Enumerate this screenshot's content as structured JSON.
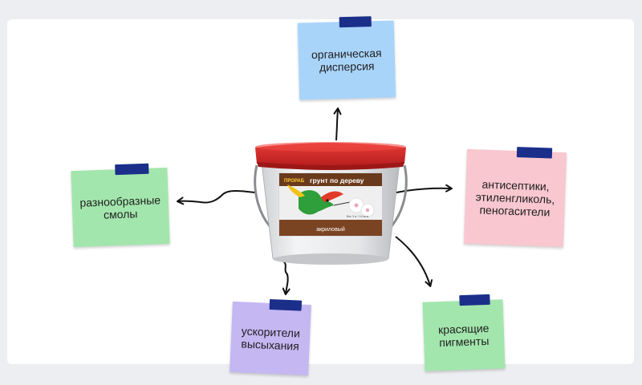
{
  "colors": {
    "page_bg": "#eceef1",
    "panel_bg": "#ffffff",
    "tape": "#1b2f8a",
    "arrow": "#111111",
    "note_blue": "#a9d4fa",
    "note_green": "#a3e6ad",
    "note_pink": "#f8c7cf",
    "note_purple": "#c5b7f2",
    "bucket_lid": "#d62a2a",
    "bucket_body": "#e9eaec"
  },
  "center_product": {
    "label_title": "грунт по дереву",
    "label_type": "акриловый",
    "label_brand": "ПРОРАБ",
    "label_small": "Вес 3 кг / 14 кв.м"
  },
  "notes": [
    {
      "id": "top",
      "text": "органическая\nдисперсия",
      "color": "#a9d4fa"
    },
    {
      "id": "left",
      "text": "разнообразные\nсмолы",
      "color": "#a3e6ad"
    },
    {
      "id": "right",
      "text": "антисептики,\nэтиленгликоль,\nпеногасители",
      "color": "#f8c7cf"
    },
    {
      "id": "bottom-left",
      "text": "ускорители\nвысыхания",
      "color": "#c5b7f2"
    },
    {
      "id": "bottom-right",
      "text": "красящие\nпигменты",
      "color": "#a3e6ad"
    }
  ]
}
